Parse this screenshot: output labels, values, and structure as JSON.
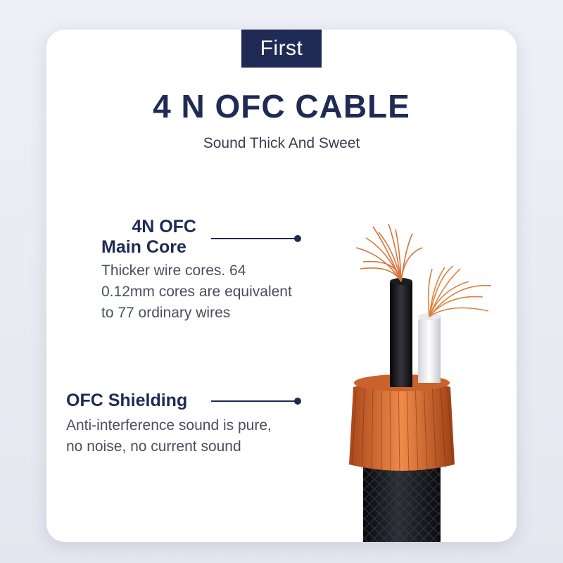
{
  "badge": {
    "label": "First"
  },
  "header": {
    "title": "4 N OFC CABLE",
    "subtitle": "Sound Thick And Sweet"
  },
  "features": [
    {
      "title_line1": "4N OFC",
      "title_line2": "Main Core",
      "desc_lines": [
        "Thicker wire cores. 64",
        "0.12mm cores are equivalent",
        "to 77 ordinary wires"
      ]
    },
    {
      "title_line1": "OFC Shielding",
      "desc_lines": [
        "Anti-interference sound is pure,",
        "no noise, no current sound"
      ]
    }
  ],
  "colors": {
    "navy": "#1f2b55",
    "copper": "#d9743a",
    "cable_black": "#15171c"
  },
  "image": {
    "subject": "cable-cross-section-illustration"
  }
}
